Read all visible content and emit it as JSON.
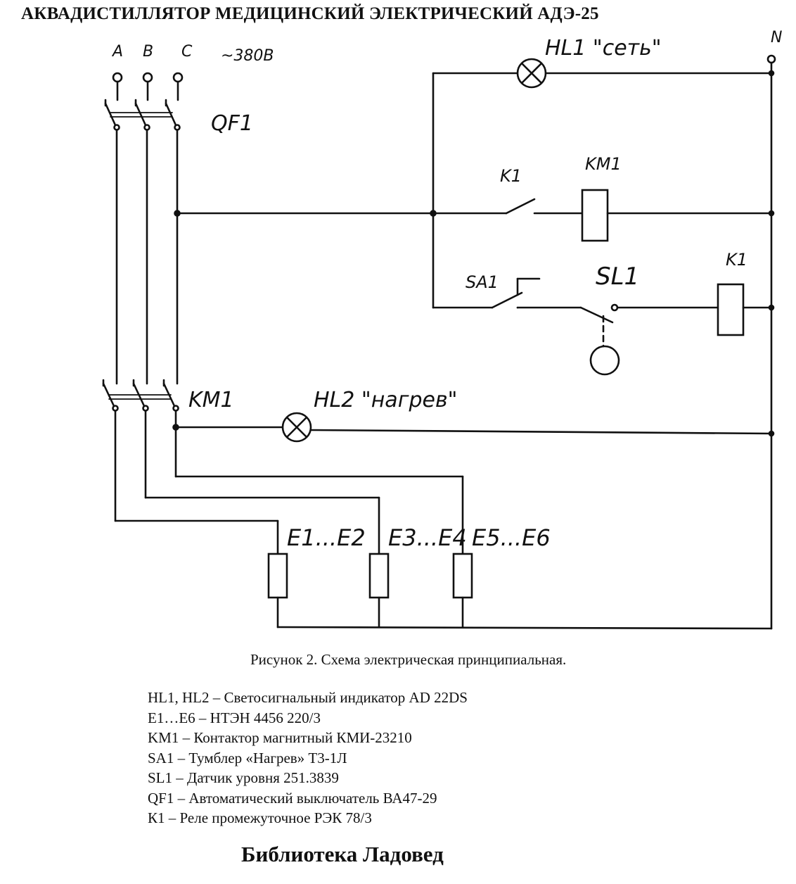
{
  "title": "АКВАДИСТИЛЛЯТОР МЕДИЦИНСКИЙ ЭЛЕКТРИЧЕСКИЙ АДЭ-25",
  "diagram": {
    "phases": [
      "A",
      "B",
      "C"
    ],
    "voltage": "~380В",
    "neutral": "N",
    "breaker": "QF1",
    "contactor": "KM1",
    "coil_km1": "KM1",
    "relay_contact": "K1",
    "relay_coil": "K1",
    "toggle": "SA1",
    "level_sensor": "SL1",
    "lamp_network": "HL1 \"сеть\"",
    "lamp_heating": "HL2 \"нагрев\"",
    "heaters": [
      "E1...E2",
      "E3...E4",
      "E5...E6"
    ]
  },
  "caption": "Рисунок 2. Схема электрическая принципиальная.",
  "legend": [
    "HL1, HL2 – Светосигнальный индикатор AD 22DS",
    "E1…E6 – НТЭН 4456 220/3",
    "KM1 – Контактор магнитный КМИ-23210",
    "SA1 – Тумблер «Нагрев» Т3-1Л",
    "SL1 – Датчик уровня 251.3839",
    "QF1 – Автоматический выключатель ВА47-29",
    "К1 – Реле промежуточное РЭК 78/3"
  ],
  "footer": "Библиотека Ладовед"
}
